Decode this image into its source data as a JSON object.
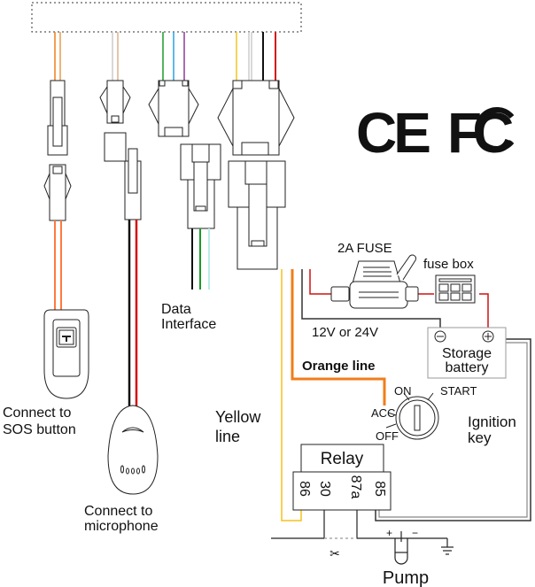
{
  "title": "GPS tracker wiring diagram",
  "certifications": [
    "CE",
    "FCC"
  ],
  "labels": {
    "sos": [
      "Connect to",
      "SOS button"
    ],
    "microphone": [
      "Connect to",
      "microphone"
    ],
    "data_interface": [
      "Data",
      "Interface"
    ],
    "fuse": "2A FUSE",
    "fuse_box": "fuse box",
    "voltage": "12V or 24V",
    "battery": [
      "Storage",
      "battery"
    ],
    "battery_neg": "−",
    "battery_pos": "+",
    "orange_line": "Orange line",
    "yellow_line": [
      "Yellow",
      "line"
    ],
    "ignition": [
      "Ignition",
      "key"
    ],
    "ign_on": "ON",
    "ign_start": "START",
    "ign_acc": "ACC",
    "ign_off": "OFF",
    "relay": "Relay",
    "relay_pins": [
      "86",
      "30",
      "87a",
      "85"
    ],
    "pump": "Pump",
    "pump_pos": "+",
    "pump_neg": "−"
  },
  "wire_colors": {
    "orange": "#f07d1a",
    "sos": "#ff7a3d",
    "red": "#d01010",
    "black": "#111111",
    "yellow": "#f5c21b",
    "green": "#1a9a2a",
    "blue": "#2aa0e0",
    "purple": "#8a3a9a",
    "cyan": "#b8ece6",
    "grey": "#cccccc",
    "tan": "#d8b48a"
  }
}
